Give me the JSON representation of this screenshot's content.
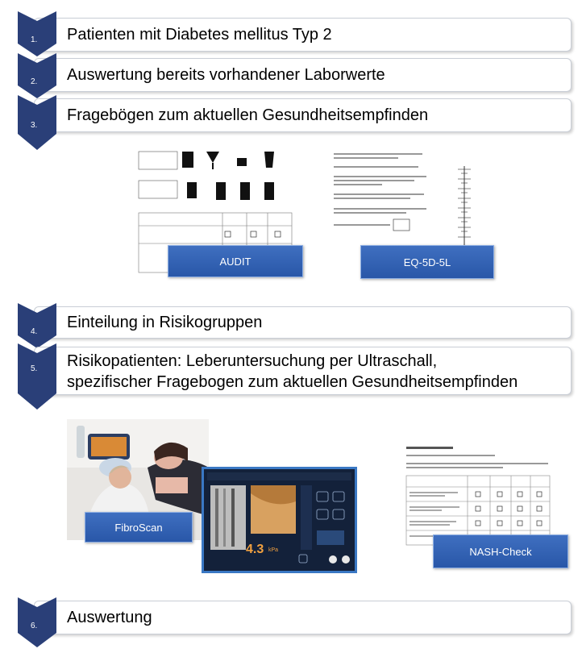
{
  "steps": [
    {
      "num": "1.",
      "text": "Patienten mit Diabetes mellitus Typ 2"
    },
    {
      "num": "2.",
      "text": "Auswertung bereits vorhandener Laborwerte"
    },
    {
      "num": "3.",
      "text": "Fragebögen zum aktuellen Gesundheitsempfinden"
    },
    {
      "num": "4.",
      "text": "Einteilung in Risikogruppen"
    },
    {
      "num": "5.",
      "text_line1": "Risikopatienten: Leberuntersuchung per Ultraschall,",
      "text_line2": "spezifischer Fragebogen zum aktuellen Gesundheitsempfinden"
    },
    {
      "num": "6.",
      "text": "Auswertung"
    }
  ],
  "labels": {
    "audit": "AUDIT",
    "eq5d": "EQ-5D-5L",
    "fibroscan": "FibroScan",
    "nash": "NASH-Check"
  },
  "fibroscan_readout": {
    "value": "4.3",
    "unit": "kPa"
  },
  "colors": {
    "chevron": "#2a3f78",
    "label_bar": "#3566b8",
    "box_border": "#c9ced6"
  }
}
